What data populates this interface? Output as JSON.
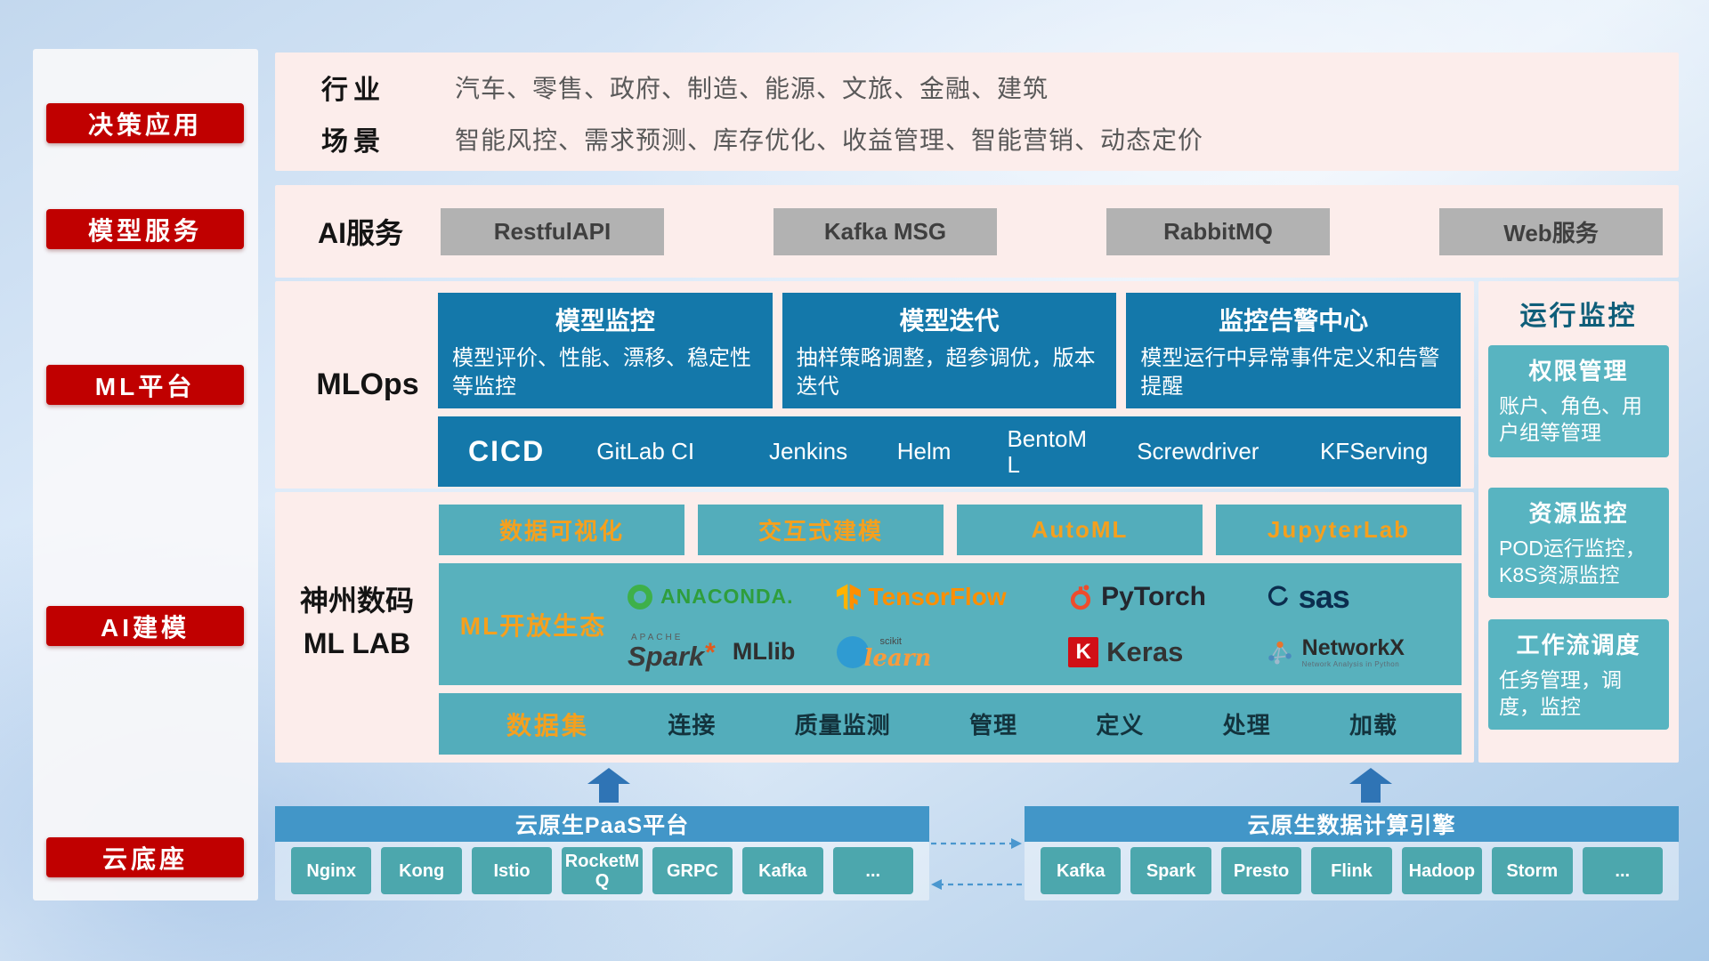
{
  "colors": {
    "badge_red": "#c00000",
    "panel_pink": "#fcedeb",
    "card_blue": "#1478aa",
    "teal": "#53adbb",
    "header_blue": "#4296c8",
    "chip_gray": "#b2b2b2",
    "accent_orange": "#f5a01e",
    "arrow_blue": "#2f74b5"
  },
  "sidebar": {
    "items": [
      {
        "label": "决策应用"
      },
      {
        "label": "模型服务"
      },
      {
        "label": "ML平台"
      },
      {
        "label": "AI建模"
      },
      {
        "label": "云底座"
      }
    ]
  },
  "apps": {
    "rows": [
      {
        "label": "行业",
        "text": "汽车、零售、政府、制造、能源、文旅、金融、建筑"
      },
      {
        "label": "场景",
        "text": "智能风控、需求预测、库存优化、收益管理、智能营销、动态定价"
      }
    ]
  },
  "ai_service": {
    "label": "AI服务",
    "buttons": [
      {
        "label": "RestfulAPI"
      },
      {
        "label": "Kafka MSG"
      },
      {
        "label": "RabbitMQ"
      },
      {
        "label": "Web服务"
      }
    ]
  },
  "mlops": {
    "label": "MLOps",
    "cards": [
      {
        "title": "模型监控",
        "desc": "模型评价、性能、漂移、稳定性等监控"
      },
      {
        "title": "模型迭代",
        "desc": "抽样策略调整，超参调优，版本迭代"
      },
      {
        "title": "监控告警中心",
        "desc": "模型运行中异常事件定义和告警提醒"
      }
    ],
    "cicd": {
      "title": "CICD",
      "tools": [
        {
          "label": "GitLab CI"
        },
        {
          "label": "Jenkins"
        },
        {
          "label": "Helm"
        },
        {
          "label": "BentoML"
        },
        {
          "label": "Screwdriver"
        },
        {
          "label": "KFServing"
        }
      ]
    }
  },
  "mllab": {
    "label_line1": "神州数码",
    "label_line2": "ML LAB",
    "tools": [
      {
        "label": "数据可视化"
      },
      {
        "label": "交互式建模"
      },
      {
        "label": "AutoML"
      },
      {
        "label": "JupyterLab"
      }
    ],
    "ecosystem": {
      "label": "ML开放生态",
      "logos": [
        {
          "name": "anaconda",
          "text": "ANACONDA."
        },
        {
          "name": "tensorflow",
          "text": "TensorFlow"
        },
        {
          "name": "pytorch",
          "text": "PyTorch"
        },
        {
          "name": "sas",
          "text": "sas"
        },
        {
          "name": "apache-spark-mllib",
          "super": "APACHE",
          "text": "Spark",
          "suffix": "MLlib"
        },
        {
          "name": "scikit-learn",
          "super": "scikit",
          "text": "learn"
        },
        {
          "name": "keras",
          "initial": "K",
          "text": "Keras"
        },
        {
          "name": "networkx",
          "text": "NetworkX",
          "subtitle": "Network Analysis in Python"
        }
      ]
    },
    "dataset": {
      "title": "数据集",
      "items": [
        {
          "label": "连接"
        },
        {
          "label": "质量监测"
        },
        {
          "label": "管理"
        },
        {
          "label": "定义"
        },
        {
          "label": "处理"
        },
        {
          "label": "加载"
        }
      ]
    }
  },
  "monitor": {
    "title": "运行监控",
    "cards": [
      {
        "title": "权限管理",
        "desc": "账户、角色、用户组等管理"
      },
      {
        "title": "资源监控",
        "desc": "POD运行监控，K8S资源监控"
      },
      {
        "title": "工作流调度",
        "desc": "任务管理，调度，监控"
      }
    ]
  },
  "cloud": {
    "paas": {
      "title": "云原生PaaS平台",
      "items": [
        {
          "label": "Nginx"
        },
        {
          "label": "Kong"
        },
        {
          "label": "Istio"
        },
        {
          "label": "RocketMQ"
        },
        {
          "label": "GRPC"
        },
        {
          "label": "Kafka"
        },
        {
          "label": "..."
        }
      ]
    },
    "engine": {
      "title": "云原生数据计算引擎",
      "items": [
        {
          "label": "Kafka"
        },
        {
          "label": "Spark"
        },
        {
          "label": "Presto"
        },
        {
          "label": "Flink"
        },
        {
          "label": "Hadoop"
        },
        {
          "label": "Storm"
        },
        {
          "label": "..."
        }
      ]
    }
  }
}
